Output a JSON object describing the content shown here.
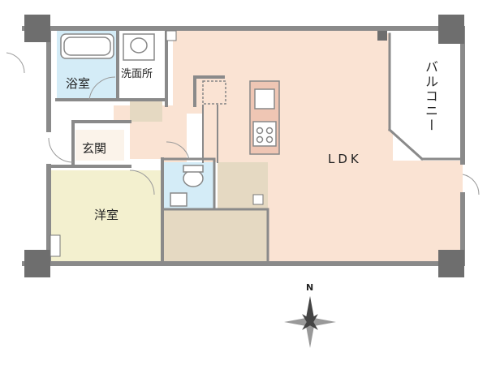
{
  "rooms": {
    "bathroom": "浴室",
    "washroom": "洗面所",
    "entrance": "玄関",
    "western_room": "洋室",
    "ldk": "LDK",
    "balcony": "バルコニー"
  },
  "compass": {
    "north": "N"
  },
  "colors": {
    "wall": "#8a8a8a",
    "pillar": "#6e6e6e",
    "ldk_floor": "#fae3d3",
    "bath_floor": "#d4ecf7",
    "western_floor": "#f3f0cf",
    "storage_floor": "#e5d9c2",
    "kitchen_counter": "#efc6b4"
  }
}
